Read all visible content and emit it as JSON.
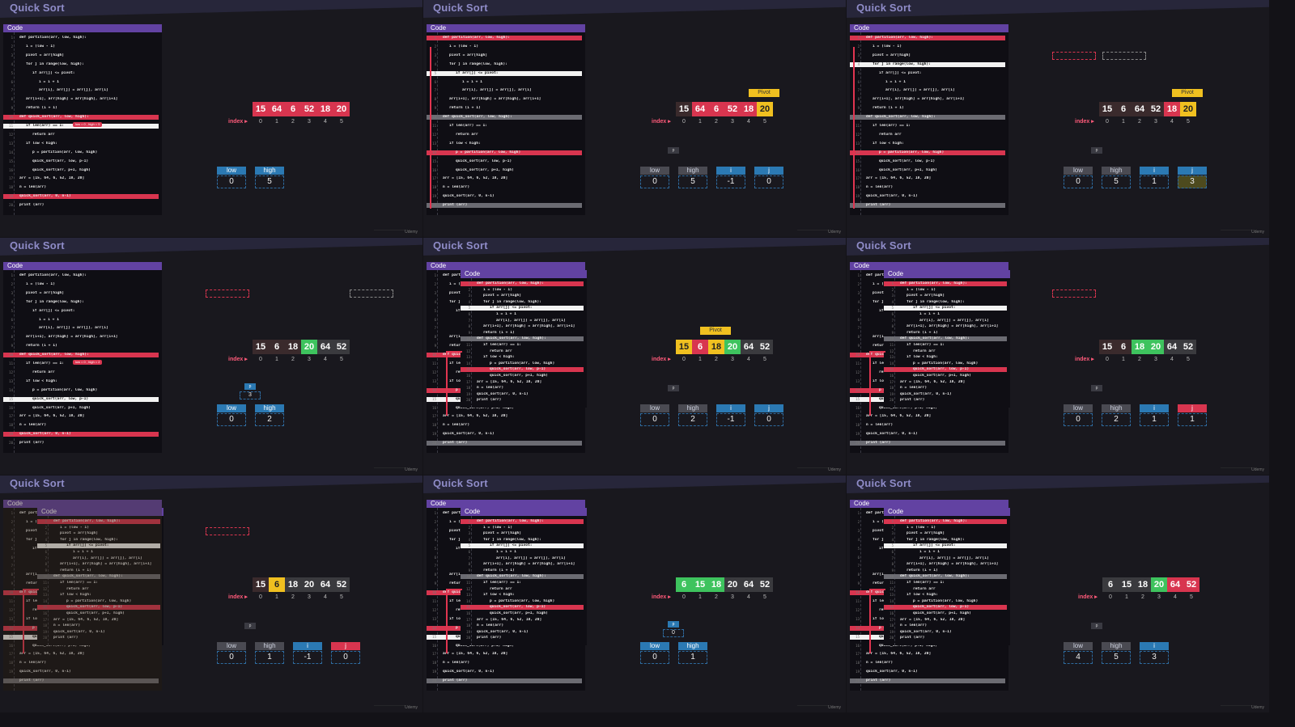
{
  "title": "Quick Sort",
  "code_header": "Code",
  "index_label": "index",
  "pivot_label": "Pivot",
  "watermark": "Udemy",
  "labels": {
    "low": "low",
    "high": "high",
    "i": "i",
    "j": "j",
    "p": "p"
  },
  "code_lines": [
    {
      "n": "1",
      "t": "def partition(arr, low, high):",
      "ind": 0
    },
    {
      "n": "2",
      "t": "i = (low - 1)",
      "ind": 1
    },
    {
      "n": "3",
      "t": "pivot = arr[high]",
      "ind": 1
    },
    {
      "n": "4",
      "t": "for j in range(low, high):",
      "ind": 1
    },
    {
      "n": "5",
      "t": "if arr[j] <= pivot:",
      "ind": 2
    },
    {
      "n": "6",
      "t": "i = i + 1",
      "ind": 3
    },
    {
      "n": "7",
      "t": "arr[i], arr[j] = arr[j], arr[i]",
      "ind": 3
    },
    {
      "n": "8",
      "t": "arr[i+1], arr[high] = arr[high], arr[i+1]",
      "ind": 1
    },
    {
      "n": "9",
      "t": "return (i + 1)",
      "ind": 1
    },
    {
      "n": "10",
      "t": "def quick_sort(arr, low, high):",
      "ind": 0
    },
    {
      "n": "11",
      "t": "if len(arr) == 1:",
      "ind": 1
    },
    {
      "n": "12",
      "t": "return arr",
      "ind": 2
    },
    {
      "n": "13",
      "t": "if low < high:",
      "ind": 1
    },
    {
      "n": "14",
      "t": "p = partition(arr, low, high)",
      "ind": 2
    },
    {
      "n": "15",
      "t": "quick_sort(arr, low, p-1)",
      "ind": 2
    },
    {
      "n": "16",
      "t": "quick_sort(arr, p+1, high)",
      "ind": 2
    },
    {
      "n": "17",
      "t": "arr = [15, 64, 6, 52, 18, 20]",
      "ind": 0
    },
    {
      "n": "18",
      "t": "n = len(arr)",
      "ind": 0
    },
    {
      "n": "19",
      "t": "quick_sort(arr, 0, n-1)",
      "ind": 0
    },
    {
      "n": "20",
      "t": "print (arr)",
      "ind": 0
    }
  ],
  "panels": [
    {
      "array": [
        {
          "v": "15",
          "c": "red"
        },
        {
          "v": "64",
          "c": "red"
        },
        {
          "v": "6",
          "c": "red"
        },
        {
          "v": "52",
          "c": "red"
        },
        {
          "v": "18",
          "c": "red"
        },
        {
          "v": "20",
          "c": "red"
        }
      ],
      "indices": [
        "0",
        "1",
        "2",
        "3",
        "4",
        "5"
      ],
      "vars": [
        {
          "k": "low",
          "val": "0"
        },
        {
          "k": "high",
          "val": "5"
        }
      ],
      "pivot": -1,
      "lohi_tag": "low = 0 , high = 5",
      "code_hl": {
        "red": [
          9
        ],
        "white": [
          10
        ],
        "red2": [
          18
        ]
      }
    },
    {
      "array": [
        {
          "v": "15",
          "c": "dark"
        },
        {
          "v": "64",
          "c": "red"
        },
        {
          "v": "6",
          "c": "red"
        },
        {
          "v": "52",
          "c": "red"
        },
        {
          "v": "18",
          "c": "red"
        },
        {
          "v": "20",
          "c": "yellow"
        }
      ],
      "indices": [
        "0",
        "1",
        "2",
        "3",
        "4",
        "5"
      ],
      "vars": [
        {
          "k": "low",
          "val": "0"
        },
        {
          "k": "high",
          "val": "5"
        },
        {
          "k": "i",
          "val": "-1"
        },
        {
          "k": "j",
          "val": "0"
        }
      ],
      "pivot": 5,
      "code_hl": {
        "red": [
          0,
          13
        ],
        "white": [
          4
        ],
        "gray": [
          9,
          19
        ]
      }
    },
    {
      "array": [
        {
          "v": "15",
          "c": "dark"
        },
        {
          "v": "6",
          "c": "dark"
        },
        {
          "v": "64",
          "c": "dark"
        },
        {
          "v": "52",
          "c": "dark"
        },
        {
          "v": "18",
          "c": "red"
        },
        {
          "v": "20",
          "c": "yellow"
        }
      ],
      "indices": [
        "0",
        "1",
        "2",
        "3",
        "4",
        "5"
      ],
      "vars": [
        {
          "k": "low",
          "val": "0"
        },
        {
          "k": "high",
          "val": "5"
        },
        {
          "k": "i",
          "val": "1"
        },
        {
          "k": "j",
          "val": "3"
        }
      ],
      "pivot": 5,
      "code_hl": {
        "red": [
          0,
          13
        ],
        "white": [
          3
        ],
        "gray": [
          9,
          19
        ]
      }
    },
    {
      "array": [
        {
          "v": "15",
          "c": "dark"
        },
        {
          "v": "6",
          "c": "dark"
        },
        {
          "v": "18",
          "c": "dark"
        },
        {
          "v": "20",
          "c": "green"
        },
        {
          "v": "64",
          "c": "gray"
        },
        {
          "v": "52",
          "c": "gray"
        }
      ],
      "indices": [
        "0",
        "1",
        "2",
        "3",
        "4",
        "5"
      ],
      "vars": [
        {
          "k": "low",
          "val": "0"
        },
        {
          "k": "high",
          "val": "2"
        }
      ],
      "pivot": -1,
      "p_value": "3",
      "lohi_tag": "low = 0 , high = 2",
      "code_hl": {
        "red": [
          9,
          18
        ],
        "white": [
          14
        ]
      }
    },
    {
      "array": [
        {
          "v": "15",
          "c": "yellow"
        },
        {
          "v": "6",
          "c": "red"
        },
        {
          "v": "18",
          "c": "yellow"
        },
        {
          "v": "20",
          "c": "green"
        },
        {
          "v": "64",
          "c": "gray"
        },
        {
          "v": "52",
          "c": "gray"
        }
      ],
      "indices": [
        "0",
        "1",
        "2",
        "3",
        "4",
        "5"
      ],
      "vars": [
        {
          "k": "low",
          "val": "0"
        },
        {
          "k": "high",
          "val": "2"
        },
        {
          "k": "i",
          "val": "-1"
        },
        {
          "k": "j",
          "val": "0"
        }
      ],
      "pivot": 2,
      "overlay": true
    },
    {
      "array": [
        {
          "v": "15",
          "c": "dark"
        },
        {
          "v": "6",
          "c": "dark"
        },
        {
          "v": "18",
          "c": "green"
        },
        {
          "v": "20",
          "c": "green"
        },
        {
          "v": "64",
          "c": "gray"
        },
        {
          "v": "52",
          "c": "gray"
        }
      ],
      "indices": [
        "0",
        "1",
        "2",
        "3",
        "4",
        "5"
      ],
      "vars": [
        {
          "k": "low",
          "val": "0"
        },
        {
          "k": "high",
          "val": "2"
        },
        {
          "k": "i",
          "val": "1"
        },
        {
          "k": "j",
          "val": "1"
        }
      ],
      "pivot": -1,
      "overlay": true
    },
    {
      "array": [
        {
          "v": "15",
          "c": "dark"
        },
        {
          "v": "6",
          "c": "yellow"
        },
        {
          "v": "18",
          "c": "gray"
        },
        {
          "v": "20",
          "c": "gray"
        },
        {
          "v": "64",
          "c": "gray"
        },
        {
          "v": "52",
          "c": "gray"
        }
      ],
      "indices": [
        "0",
        "1",
        "2",
        "3",
        "4",
        "5"
      ],
      "vars": [
        {
          "k": "low",
          "val": "0"
        },
        {
          "k": "high",
          "val": "1"
        },
        {
          "k": "i",
          "val": "-1"
        },
        {
          "k": "j",
          "val": "0"
        }
      ],
      "pivot": -1,
      "overlay": true,
      "dim": true
    },
    {
      "array": [
        {
          "v": "6",
          "c": "green"
        },
        {
          "v": "15",
          "c": "green"
        },
        {
          "v": "18",
          "c": "green"
        },
        {
          "v": "20",
          "c": "gray"
        },
        {
          "v": "64",
          "c": "gray"
        },
        {
          "v": "52",
          "c": "gray"
        }
      ],
      "indices": [
        "0",
        "1",
        "2",
        "3",
        "4",
        "5"
      ],
      "vars": [
        {
          "k": "low",
          "val": "0"
        },
        {
          "k": "high",
          "val": "1"
        }
      ],
      "pivot": -1,
      "p_value": "0",
      "overlay": true
    },
    {
      "array": [
        {
          "v": "6",
          "c": "gray"
        },
        {
          "v": "15",
          "c": "gray"
        },
        {
          "v": "18",
          "c": "gray"
        },
        {
          "v": "20",
          "c": "green"
        },
        {
          "v": "64",
          "c": "red"
        },
        {
          "v": "52",
          "c": "red"
        }
      ],
      "indices": [
        "0",
        "1",
        "2",
        "3",
        "4",
        "5"
      ],
      "vars": [
        {
          "k": "low",
          "val": "4"
        },
        {
          "k": "high",
          "val": "5"
        },
        {
          "k": "i",
          "val": "3"
        }
      ],
      "pivot": -1,
      "overlay": true
    }
  ]
}
